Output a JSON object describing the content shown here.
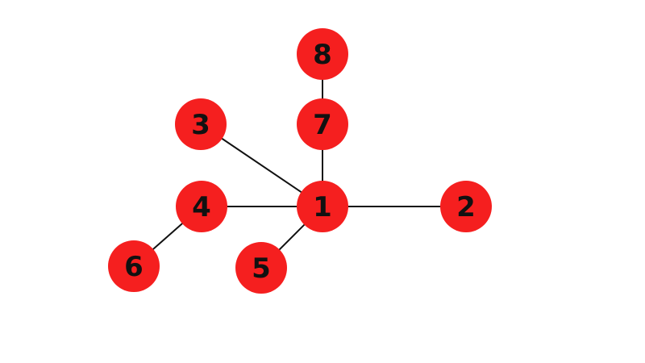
{
  "graph": {
    "node_color": "#f51f1f",
    "label_color": "#111111",
    "edge_color": "#111111",
    "nodes": [
      {
        "id": "1",
        "label": "1"
      },
      {
        "id": "2",
        "label": "2"
      },
      {
        "id": "3",
        "label": "3"
      },
      {
        "id": "4",
        "label": "4"
      },
      {
        "id": "5",
        "label": "5"
      },
      {
        "id": "6",
        "label": "6"
      },
      {
        "id": "7",
        "label": "7"
      },
      {
        "id": "8",
        "label": "8"
      }
    ],
    "edges": [
      {
        "source": "1",
        "target": "2"
      },
      {
        "source": "1",
        "target": "3"
      },
      {
        "source": "1",
        "target": "4"
      },
      {
        "source": "1",
        "target": "5"
      },
      {
        "source": "1",
        "target": "7"
      },
      {
        "source": "4",
        "target": "6"
      },
      {
        "source": "7",
        "target": "8"
      }
    ]
  }
}
